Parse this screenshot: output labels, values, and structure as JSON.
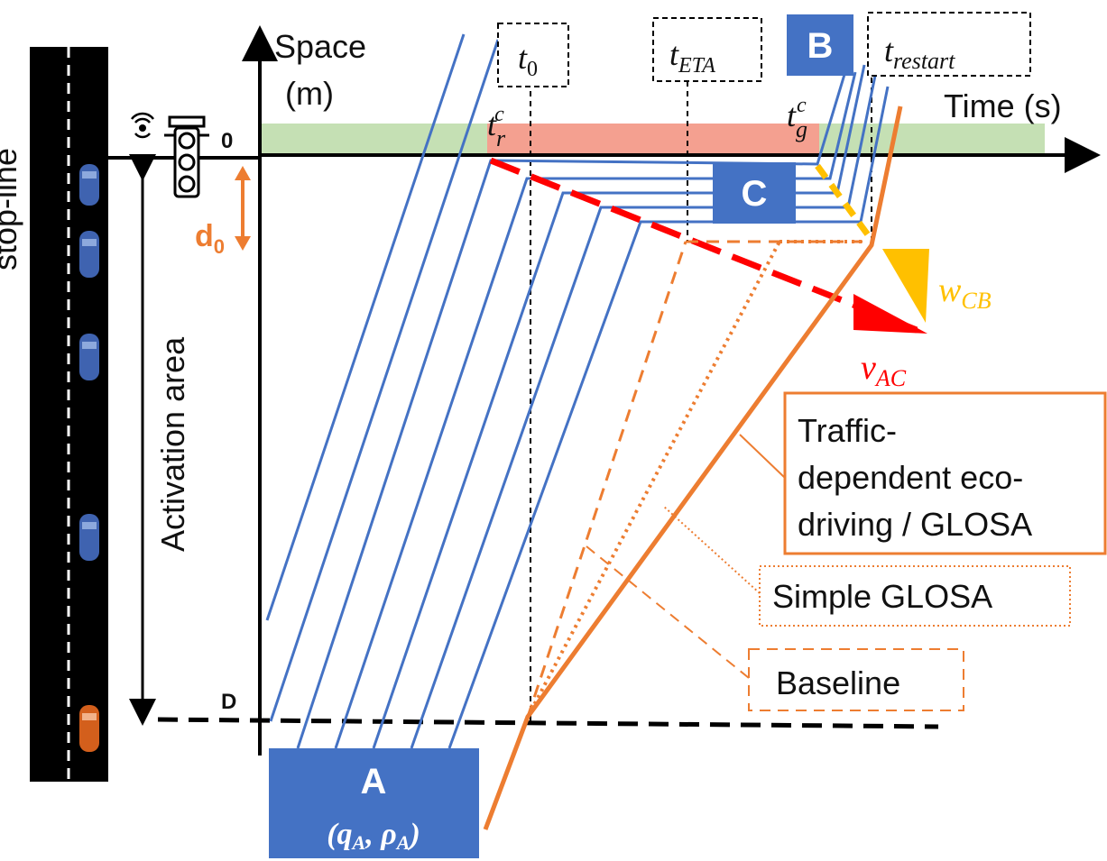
{
  "axes": {
    "y_label_line1": "Space",
    "y_label_line2": "(m)",
    "x_label": "Time (s)",
    "zero_label": "0",
    "d_label": "D"
  },
  "road": {
    "side_label": "stop-line"
  },
  "activation_area_label": "Activation area",
  "d0_label": "d",
  "d0_sub": "0",
  "times": {
    "t0": {
      "base": "t",
      "sub": "0"
    },
    "teta": {
      "base": "t",
      "sub": "ETA"
    },
    "trestart": {
      "base": "t",
      "sub": "restart"
    },
    "trc": {
      "base": "t",
      "sub": "r",
      "sup": "c"
    },
    "tgc": {
      "base": "t",
      "sub": "g",
      "sup": "c"
    }
  },
  "regions": {
    "A": {
      "label": "A",
      "sub": "(q",
      "sub_A": "A",
      "rho": ", ρ",
      "rho_A": "A",
      "close": ")"
    },
    "B": {
      "label": "B"
    },
    "C": {
      "label": "C"
    }
  },
  "waves": {
    "vac": {
      "base": "v",
      "sub": "AC"
    },
    "wcb": {
      "base": "w",
      "sub": "CB"
    }
  },
  "legend": {
    "traffic": [
      "Traffic-",
      "dependent eco-",
      "driving / GLOSA"
    ],
    "simple": "Simple GLOSA",
    "baseline": "Baseline"
  },
  "colors": {
    "blue": "#4472c4",
    "orange": "#ed7d31",
    "red": "#ff0000",
    "yellow": "#ffc000",
    "green": "#c5e0b4",
    "salmon": "#f4a090"
  }
}
